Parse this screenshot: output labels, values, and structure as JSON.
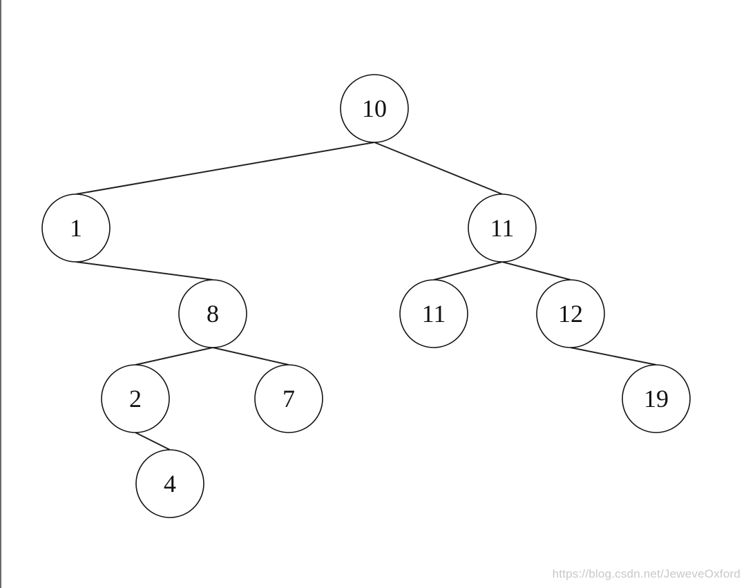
{
  "diagram": {
    "nodes": [
      {
        "id": "n10",
        "label": "10"
      },
      {
        "id": "n1",
        "label": "1"
      },
      {
        "id": "n11a",
        "label": "11"
      },
      {
        "id": "n8",
        "label": "8"
      },
      {
        "id": "n11b",
        "label": "11"
      },
      {
        "id": "n12",
        "label": "12"
      },
      {
        "id": "n2",
        "label": "2"
      },
      {
        "id": "n7",
        "label": "7"
      },
      {
        "id": "n19",
        "label": "19"
      },
      {
        "id": "n4",
        "label": "4"
      }
    ],
    "edges": [
      {
        "from": "n10",
        "to": "n1"
      },
      {
        "from": "n10",
        "to": "n11a"
      },
      {
        "from": "n1",
        "to": "n8"
      },
      {
        "from": "n11a",
        "to": "n11b"
      },
      {
        "from": "n11a",
        "to": "n12"
      },
      {
        "from": "n8",
        "to": "n2"
      },
      {
        "from": "n8",
        "to": "n7"
      },
      {
        "from": "n12",
        "to": "n19"
      },
      {
        "from": "n2",
        "to": "n4"
      }
    ]
  },
  "watermark": "https://blog.csdn.net/JeweveOxford"
}
